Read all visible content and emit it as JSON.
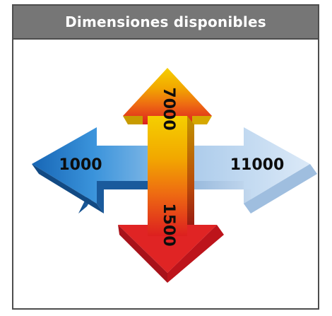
{
  "header": {
    "title": "Dimensiones disponibles"
  },
  "arrows": {
    "left": {
      "label": "1000",
      "color": "#1e73c8"
    },
    "right": {
      "label": "11000",
      "color": "#b8d4f0"
    },
    "up": {
      "label": "7000",
      "color": "#f2c200"
    },
    "down": {
      "label": "1500",
      "color": "#d81e1e"
    }
  },
  "colors": {
    "header_bg": "#767676",
    "border": "#4d4d4d"
  }
}
